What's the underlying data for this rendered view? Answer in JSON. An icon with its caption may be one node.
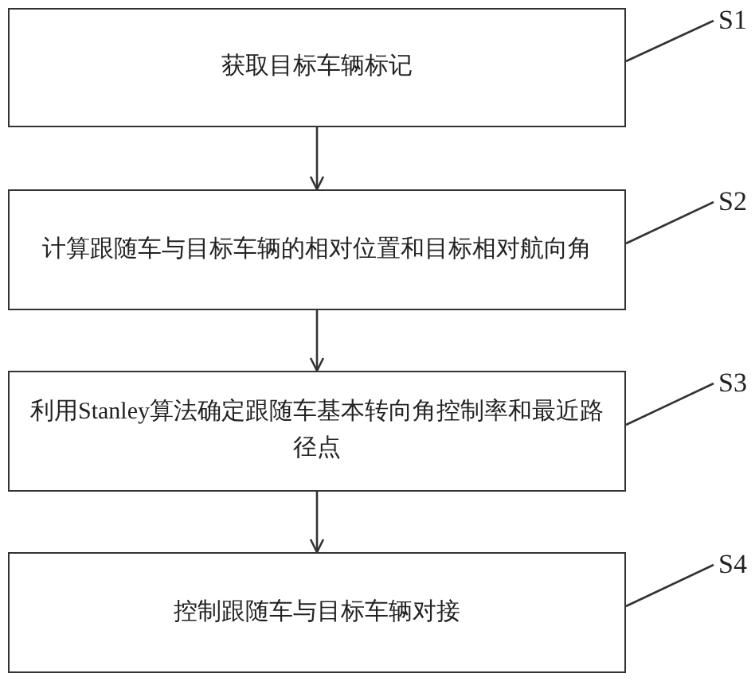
{
  "diagram": {
    "nodes": [
      {
        "text": [
          "获取目标车辆标记"
        ]
      },
      {
        "text": [
          "计算跟随车与目标车辆的相对位置和目标相对航向角"
        ]
      },
      {
        "text": [
          "利用Stanley算法确定跟随车基本转向角控制率和最近路径点"
        ]
      },
      {
        "text": [
          "控制跟随车与目标车辆对接"
        ]
      },
      {
        "text": [
          "S1"
        ]
      },
      {
        "text": [
          "S2"
        ]
      },
      {
        "text": [
          "S3"
        ]
      },
      {
        "text": [
          "S4"
        ]
      }
    ],
    "edges": [
      {
        "from": 0,
        "to": 1,
        "arrow": "to"
      },
      {
        "from": 1,
        "to": 2,
        "arrow": "to"
      },
      {
        "from": 2,
        "to": 3,
        "arrow": "to"
      },
      {
        "from": 4,
        "to": 0,
        "arrow": "none"
      },
      {
        "from": 5,
        "to": 1,
        "arrow": "none"
      },
      {
        "from": 6,
        "to": 2,
        "arrow": "none"
      },
      {
        "from": 7,
        "to": 3,
        "arrow": "none"
      }
    ]
  }
}
